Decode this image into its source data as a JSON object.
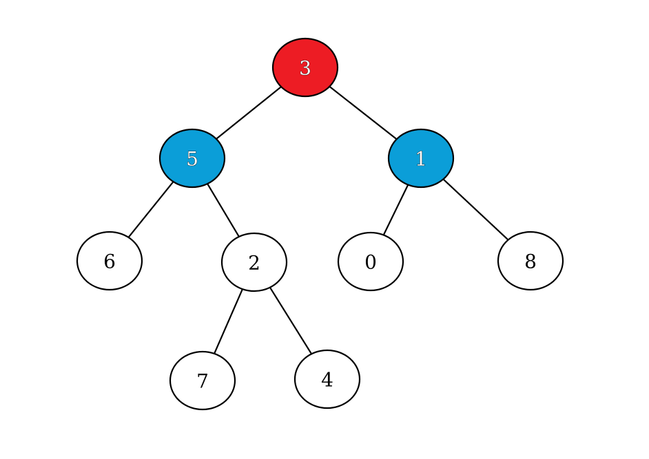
{
  "tree": {
    "nodes": [
      {
        "id": "n3",
        "label": "3",
        "fill": "#ed1c24",
        "text_color": "#ffffff",
        "stroke_text": "#000000"
      },
      {
        "id": "n5",
        "label": "5",
        "fill": "#0b9ed8",
        "text_color": "#ffffff",
        "stroke_text": "#000000"
      },
      {
        "id": "n1",
        "label": "1",
        "fill": "#0b9ed8",
        "text_color": "#ffffff",
        "stroke_text": "#000000"
      },
      {
        "id": "n6",
        "label": "6",
        "fill": "#ffffff",
        "text_color": "#000000",
        "stroke_text": "none"
      },
      {
        "id": "n2",
        "label": "2",
        "fill": "#ffffff",
        "text_color": "#000000",
        "stroke_text": "none"
      },
      {
        "id": "n0",
        "label": "0",
        "fill": "#ffffff",
        "text_color": "#000000",
        "stroke_text": "none"
      },
      {
        "id": "n8",
        "label": "8",
        "fill": "#ffffff",
        "text_color": "#000000",
        "stroke_text": "none"
      },
      {
        "id": "n7",
        "label": "7",
        "fill": "#ffffff",
        "text_color": "#000000",
        "stroke_text": "none"
      },
      {
        "id": "n4",
        "label": "4",
        "fill": "#ffffff",
        "text_color": "#000000",
        "stroke_text": "none"
      }
    ],
    "edges": [
      {
        "from": "n3",
        "to": "n5"
      },
      {
        "from": "n3",
        "to": "n1"
      },
      {
        "from": "n5",
        "to": "n6"
      },
      {
        "from": "n5",
        "to": "n2"
      },
      {
        "from": "n1",
        "to": "n0"
      },
      {
        "from": "n1",
        "to": "n8"
      },
      {
        "from": "n2",
        "to": "n7"
      },
      {
        "from": "n2",
        "to": "n4"
      }
    ]
  }
}
